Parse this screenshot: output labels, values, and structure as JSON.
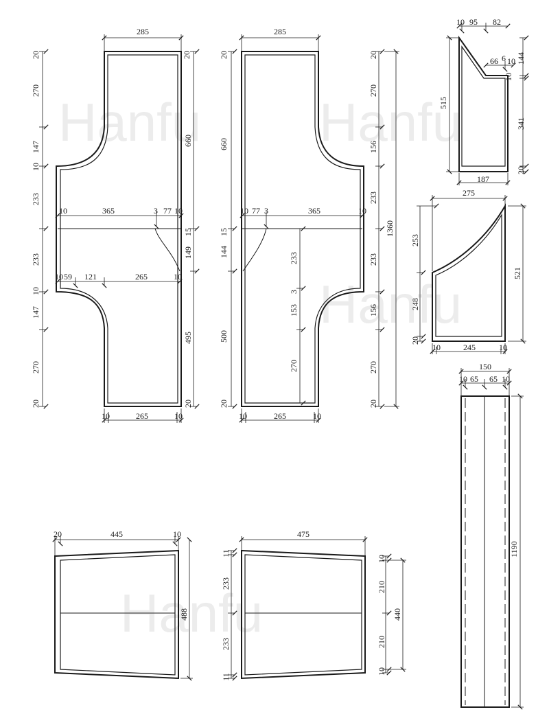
{
  "watermark": {
    "text_1": "Hanfu",
    "text_2": "Hanfu",
    "text_3": "Hanfu",
    "text_4": "Hanfu",
    "color": "#ececec"
  },
  "pieces": {
    "front_panel": {
      "top_width": "285",
      "bottom_pieces": [
        "10",
        "265",
        "10"
      ],
      "left_stack": [
        "20",
        "270",
        "147",
        "10",
        "233",
        "233",
        "10",
        "147",
        "270",
        "20"
      ],
      "right_stack": [
        "20",
        "660",
        "15",
        "149",
        "495",
        "20"
      ],
      "mid_row": [
        "10",
        "365",
        "3",
        "77",
        "10"
      ],
      "lower_row": [
        "10",
        "59",
        "121",
        "265",
        "10"
      ]
    },
    "back_panel": {
      "top_width": "285",
      "bottom_pieces": [
        "10",
        "265",
        "10"
      ],
      "left_stack": [
        "20",
        "660",
        "15",
        "144",
        "500",
        "20"
      ],
      "right_stack": [
        "20",
        "270",
        "156",
        "233",
        "233",
        "156",
        "270",
        "20"
      ],
      "total_height": "1360",
      "mid_row": [
        "10",
        "77",
        "3",
        "365",
        "10"
      ],
      "inner_stack": [
        "233",
        "3",
        "153",
        "270"
      ]
    },
    "sleeve_small": {
      "top_row": [
        "10",
        "95",
        "82"
      ],
      "notch_row": [
        "66",
        "6",
        "10"
      ],
      "left_height": "515",
      "right_stack": [
        "144",
        "10",
        "341",
        "20"
      ],
      "bottom_width": "187"
    },
    "sleeve_large": {
      "top_width": "275",
      "left_stack": [
        "253",
        "248",
        "20"
      ],
      "right_height": "521",
      "bottom_row": [
        "10",
        "245",
        "10"
      ]
    },
    "collar_band": {
      "top_width": "150",
      "top_row": [
        "10",
        "65",
        "65",
        "10"
      ],
      "height": "1190"
    },
    "skirt_left": {
      "top_row": [
        "20",
        "445",
        "10"
      ],
      "right_height": "488"
    },
    "skirt_right": {
      "top_width": "475",
      "left_stack": [
        "11",
        "233",
        "233",
        "11"
      ],
      "right_stack": [
        "10",
        "210",
        "210",
        "10"
      ],
      "total": "440"
    }
  }
}
